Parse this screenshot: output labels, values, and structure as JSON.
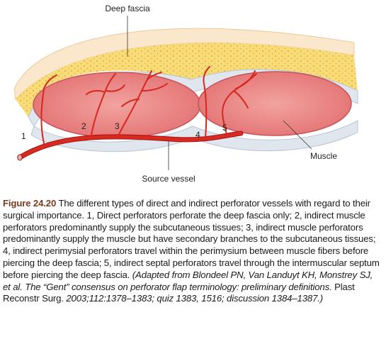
{
  "diagram": {
    "labels": {
      "deep_fascia": "Deep fascia",
      "muscle": "Muscle",
      "source_vessel": "Source vessel"
    },
    "perforator_numbers": [
      "1",
      "2",
      "3",
      "4",
      "5"
    ],
    "colors": {
      "fat": "#f6dd7e",
      "fat_dots": "#e9b94a",
      "skin": "#fbe9d2",
      "fascia": "#dce4ec",
      "muscle": "#e77e7c",
      "muscle_border": "#c95a5e",
      "vessel": "#d7261e",
      "vessel_dark": "#a3150f"
    }
  },
  "caption": {
    "figure_label": "Figure 24.20",
    "body": "The different types of direct and indirect perforator vessels with regard to their surgical importance. 1, Direct perforators perforate the deep fascia only; 2, indirect muscle perforators predominantly supply the subcutaneous tissues; 3, indirect muscle perforators predominantly supply the muscle but have secondary branches to the subcutaneous tissues; 4, indirect perimysial perforators travel within the perimysium between muscle fibers before piercing the deep fascia; 5, indirect septal perforators travel through the intermuscular septum before piercing the deep fascia.",
    "ref_italic_1": "(Adapted from Blondeel PN, Van Landuyt KH, Monstrey SJ, et al. The “Gent” consensus on perforator flap terminology: preliminary definitions.",
    "journal": "Plast Reconstr Surg.",
    "ref_italic_2": "2003;112:1378–1383; quiz 1383, 1516; discussion 1384–1387.)"
  }
}
